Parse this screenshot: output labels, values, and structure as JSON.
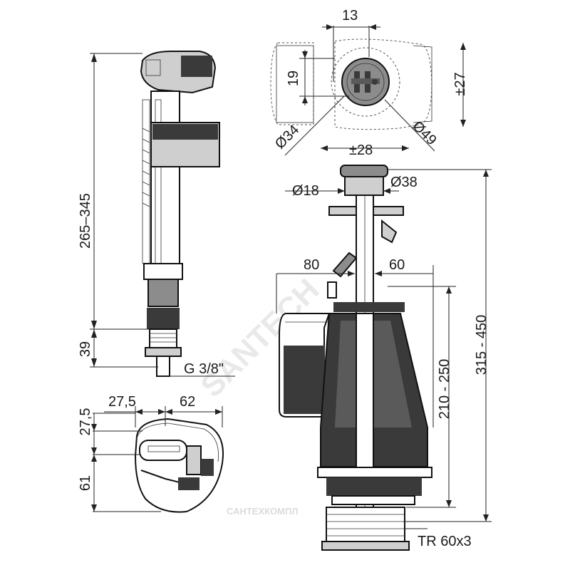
{
  "dimensions": {
    "fill_valve_height": "265–345",
    "fill_valve_thread_length": "39",
    "fill_valve_thread": "G 3/8\"",
    "float_offset_a": "27,5",
    "float_width": "62",
    "float_offset_b": "27,5",
    "float_depth": "61",
    "button_width": "13",
    "button_height": "19",
    "button_travel": "±27",
    "button_hole_small": "Ø34",
    "button_hole_large": "Ø49",
    "button_offset": "±28",
    "rod_diameter": "Ø18",
    "cap_diameter": "Ø38",
    "valve_left": "80",
    "valve_right": "60",
    "valve_height": "210 - 250",
    "valve_total_height": "315 - 450",
    "valve_thread": "TR 60x3"
  },
  "watermark": {
    "main": "SANTECH",
    "secondary": "САНТЕХКОМПЛ"
  },
  "colors": {
    "line": "#222222",
    "part_dark": "#3a3a3a",
    "part_mid": "#8c8c8c",
    "part_light": "#cfcfcf",
    "watermark": "#d8d8d8"
  }
}
